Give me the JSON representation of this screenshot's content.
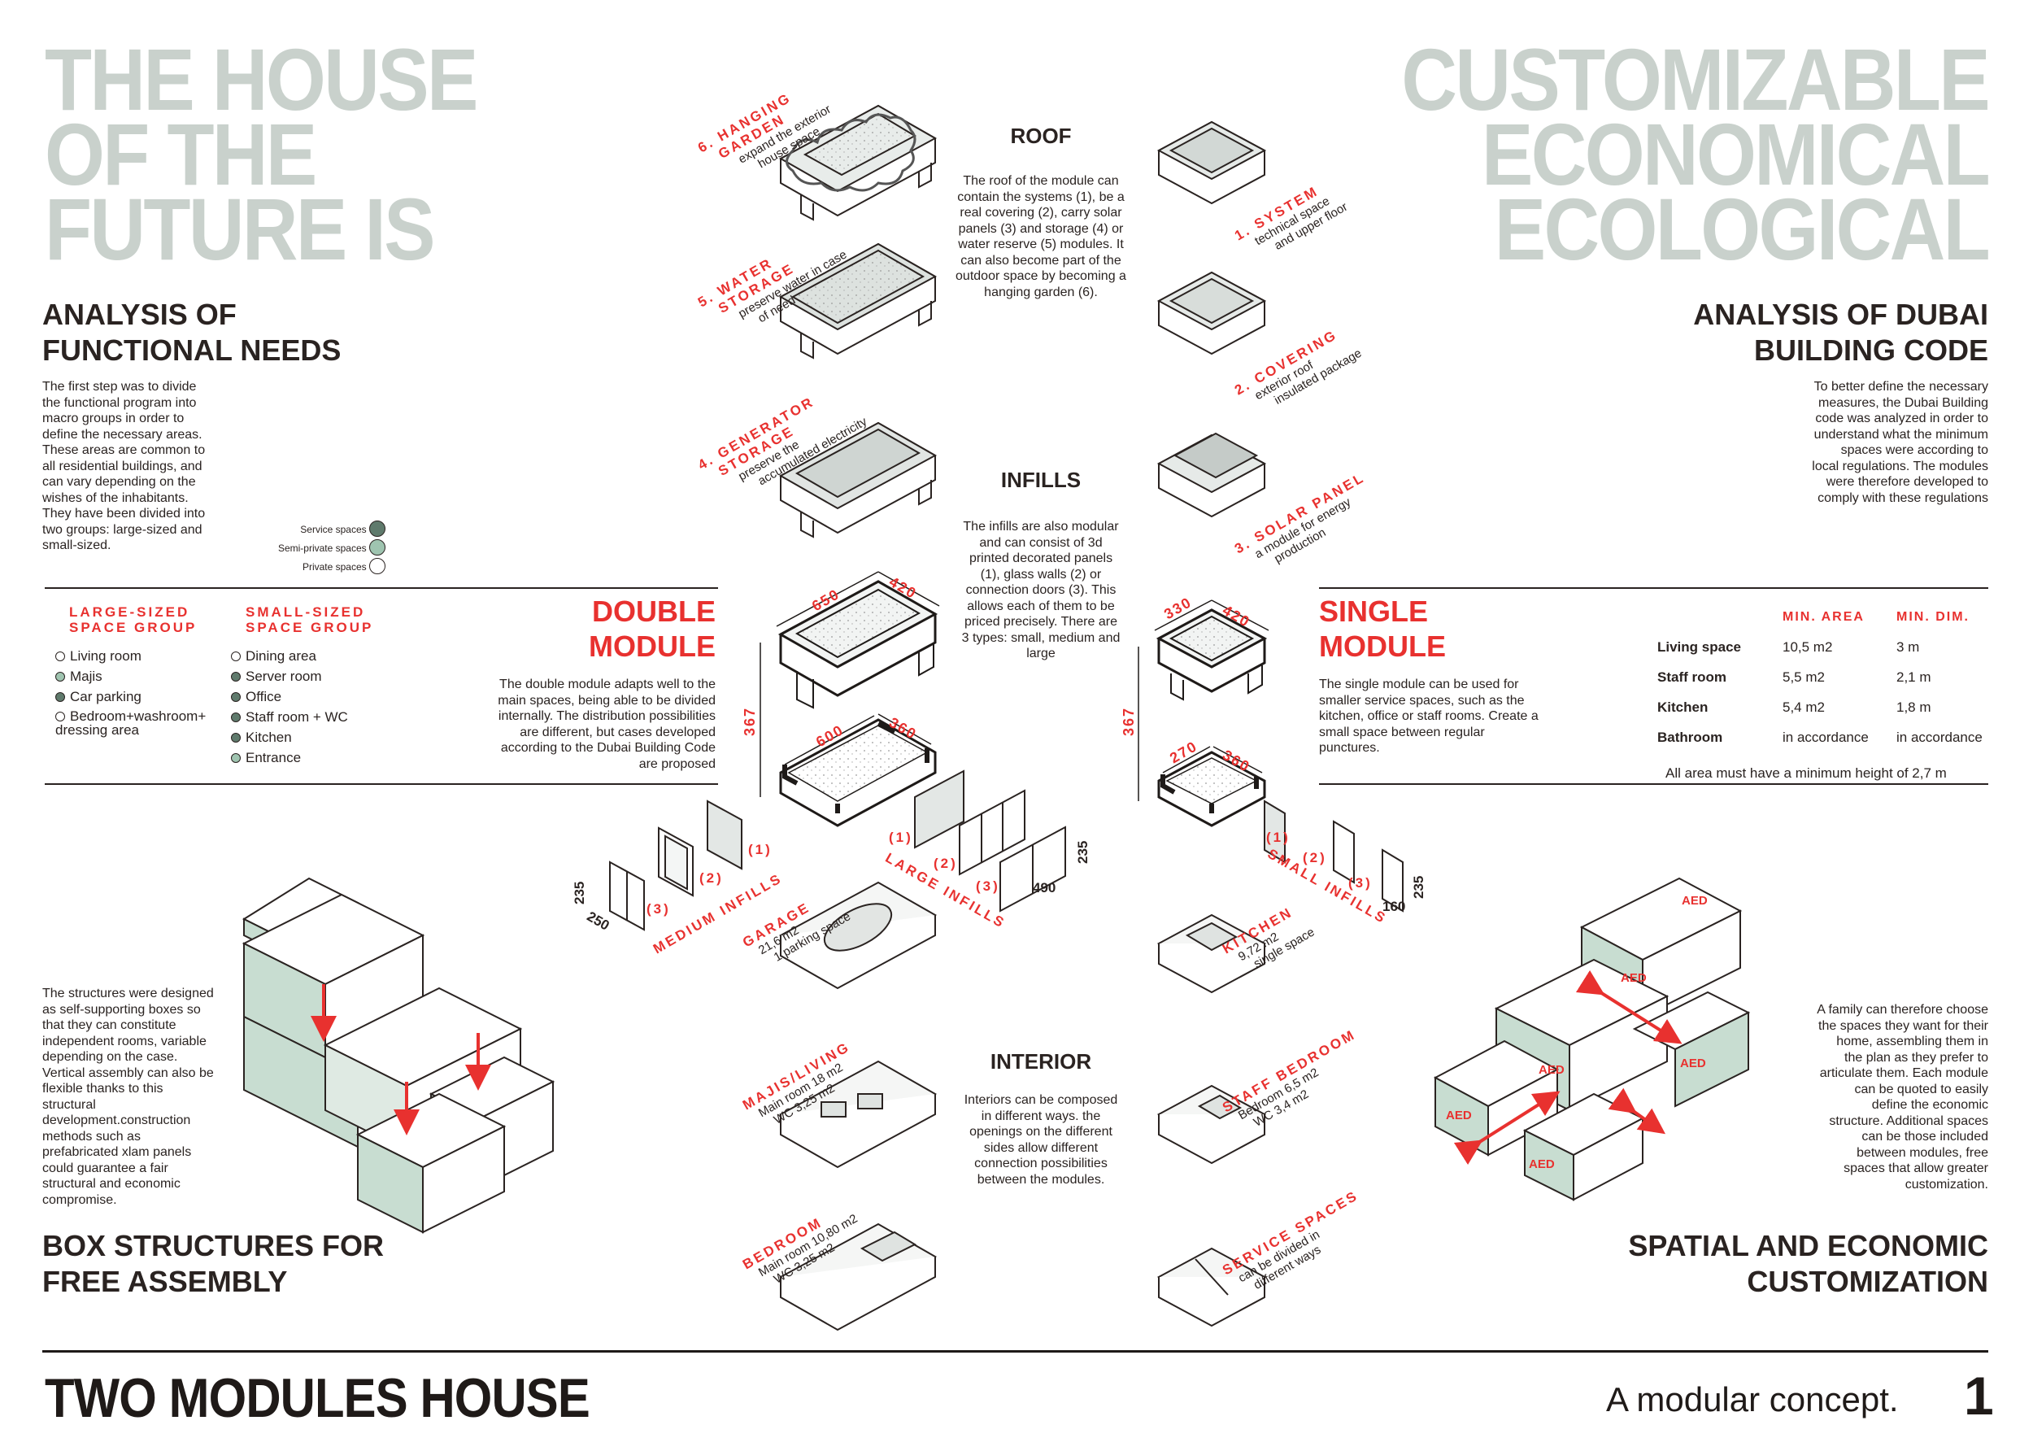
{
  "hero_left": [
    "THE HOUSE",
    "OF THE",
    "FUTURE IS"
  ],
  "hero_right": [
    "CUSTOMIZABLE",
    "ECONOMICAL",
    "ECOLOGICAL"
  ],
  "functional": {
    "title": [
      "ANALYSIS OF",
      "FUNCTIONAL NEEDS"
    ],
    "text": "The first step was to divide the functional program into macro groups in order to define the necessary areas. These areas are common to all residential buildings, and can vary depending on the wishes of the inhabitants. They have been divided into two groups: large-sized and small-sized.",
    "legend": [
      "Service spaces",
      "Semi-private spaces",
      "Private spaces"
    ]
  },
  "dubai": {
    "title": [
      "ANALYSIS OF DUBAI",
      "BUILDING CODE"
    ],
    "text": "To better define the necessary measures, the Dubai Building code was analyzed in order to understand what the minimum spaces were according to local regulations. The modules were therefore developed to comply with these regulations"
  },
  "groups": {
    "large_title": [
      "LARGE-SIZED",
      "SPACE GROUP"
    ],
    "small_title": [
      "SMALL-SIZED",
      "SPACE GROUP"
    ],
    "large": [
      "Living room",
      "Majis",
      "Car parking",
      "Bedroom+washroom+",
      "dressing area"
    ],
    "small": [
      "Dining area",
      "Server room",
      "Office",
      "Staff room + WC",
      "Kitchen",
      "Entrance"
    ]
  },
  "double_module": {
    "title": [
      "DOUBLE",
      "MODULE"
    ],
    "text": "The double module adapts well to the main spaces, being able to be divided internally. The distribution possibilities are different, but cases developed according to the Dubai Building Code are proposed",
    "dims": [
      "650",
      "420",
      "600",
      "360",
      "367"
    ]
  },
  "single_module": {
    "title": [
      "SINGLE",
      "MODULE"
    ],
    "text": "The single module can be used for smaller service spaces, such as the kitchen, office or staff rooms. Create a small space between regular punctures.",
    "dims": [
      "330",
      "420",
      "270",
      "360",
      "367"
    ]
  },
  "table": {
    "headers": [
      "MIN. AREA",
      "MIN. DIM."
    ],
    "rows": [
      [
        "Living space",
        "10,5 m2",
        "3 m"
      ],
      [
        "Staff room",
        "5,5 m2",
        "2,1 m"
      ],
      [
        "Kitchen",
        "5,4 m2",
        "1,8 m"
      ],
      [
        "Bathroom",
        "in accordance",
        "in accordance"
      ]
    ],
    "note": "All area must have a minimum height of 2,7 m"
  },
  "roof": {
    "title": "ROOF",
    "text": "The roof of the module can contain the systems (1), be a real covering (2), carry solar panels (3) and storage (4) or water reserve (5) modules. It can also become part of the outdoor space by becoming a hanging garden (6).",
    "items": [
      {
        "t": "6. HANGING",
        "t2": "GARDEN",
        "s": "expand the exterior",
        "s2": "house space"
      },
      {
        "t": "5. WATER",
        "t2": "STORAGE",
        "s": "preserve water in case",
        "s2": "of need"
      },
      {
        "t": "4. GENERATOR",
        "t2": "STORAGE",
        "s": "preserve the",
        "s2": "accumulated electricity"
      },
      {
        "t": "1. SYSTEM",
        "t2": "",
        "s": "technical space",
        "s2": "and upper floor"
      },
      {
        "t": "2. COVERING",
        "t2": "",
        "s": "exterior roof",
        "s2": "insulated package"
      },
      {
        "t": "3. SOLAR PANEL",
        "t2": "",
        "s": "a module for energy",
        "s2": "production"
      }
    ]
  },
  "infills": {
    "title": "INFILLS",
    "text": "The infills are also modular and can consist of 3d printed decorated panels (1), glass walls (2) or connection doors (3). This allows each of them to be priced precisely. There are 3 types: small, medium and large",
    "medium": "MEDIUM INFILLS",
    "large": "LARGE INFILLS",
    "small": "SMALL INFILLS",
    "n1": "(1)",
    "n2": "(2)",
    "n3": "(3)",
    "d235": "235",
    "d250": "250",
    "d490": "490",
    "d160": "160"
  },
  "interior": {
    "title": "INTERIOR",
    "text": "Interiors can be composed in different ways. the openings on the different sides allow different connection possibilities between the modules.",
    "rooms": [
      {
        "t": "GARAGE",
        "s": "21,6 m2",
        "s2": "1 parking space"
      },
      {
        "t": "MAJIS/LIVING",
        "s": "Main room 18 m2",
        "s2": "WC 3,25 m2"
      },
      {
        "t": "BEDROOM",
        "s": "Main room 10,80 m2",
        "s2": "WC 3,25 m2"
      },
      {
        "t": "KITCHEN",
        "s": "9,72 m2",
        "s2": "single space"
      },
      {
        "t": "STAFF BEDROOM",
        "s": "Bedroom 6,5 m2",
        "s2": "WC 3,4 m2"
      },
      {
        "t": "SERVICE SPACES",
        "s": "can be divided in",
        "s2": "different ways"
      }
    ]
  },
  "box": {
    "title": [
      "BOX STRUCTURES FOR",
      "FREE ASSEMBLY"
    ],
    "text": "The structures were designed as self-supporting boxes so that they can constitute independent rooms, variable depending on the case. Vertical assembly can also be flexible thanks to this structural development.construction methods such as prefabricated xlam panels could guarantee a fair structural and economic compromise."
  },
  "spatial": {
    "title": [
      "SPATIAL AND ECONOMIC",
      "CUSTOMIZATION"
    ],
    "text": "A family can therefore choose the spaces they want for their home, assembling them in the plan as they prefer to articulate them. Each module can be quoted to easily define the economic structure. Additional spaces can be those included between modules, free spaces that allow greater customization.",
    "tag": "AED"
  },
  "footer": {
    "title": "TWO MODULES HOUSE",
    "subtitle": "A modular concept.",
    "page": "1"
  },
  "colors": {
    "accent": "#e8312f",
    "ink": "#2a2321",
    "hero": "#c9d1cc",
    "green": "#c8ddd1",
    "dark_green": "#5f7a6c",
    "mid_green": "#9fc4b0"
  }
}
